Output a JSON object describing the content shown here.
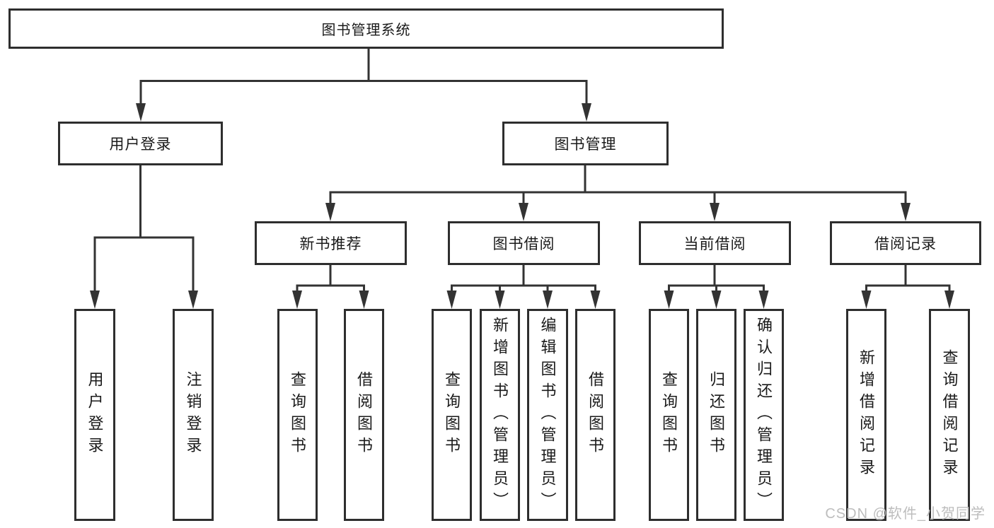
{
  "root": {
    "label": "图书管理系统"
  },
  "level2": [
    {
      "label": "用户登录"
    },
    {
      "label": "图书管理"
    }
  ],
  "level3": [
    {
      "label": "新书推荐"
    },
    {
      "label": "图书借阅"
    },
    {
      "label": "当前借阅"
    },
    {
      "label": "借阅记录"
    }
  ],
  "leaves": {
    "login": [
      "用户登录",
      "注销登录"
    ],
    "recommend": [
      "查询图书",
      "借阅图书"
    ],
    "borrow": [
      "查询图书",
      "新增图书（管理员）",
      "编辑图书（管理员）",
      "借阅图书"
    ],
    "current": [
      "查询图书",
      "归还图书",
      "确认归还（管理员）"
    ],
    "records": [
      "新增借阅记录",
      "查询借阅记录"
    ]
  },
  "watermark": {
    "text": "CSDN @软件_小贺同学"
  },
  "colors": {
    "line": "#333333",
    "border": "#2e2e2e",
    "text": "#1a1a1a",
    "watermark_gray": "#bdbdbd"
  }
}
